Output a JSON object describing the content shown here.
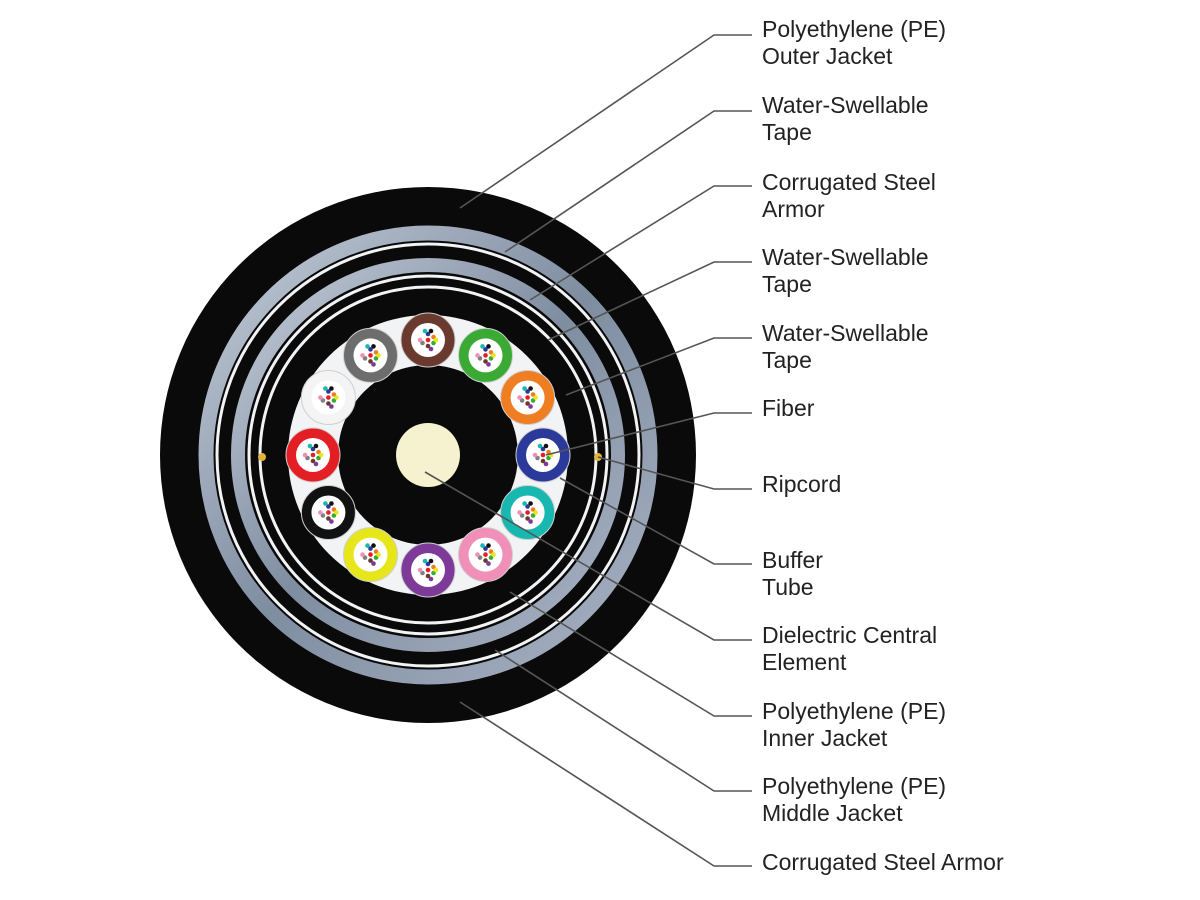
{
  "labels": [
    {
      "line1": "Polyethylene (PE)",
      "line2": "Outer Jacket"
    },
    {
      "line1": "Water-Swellable",
      "line2": "Tape"
    },
    {
      "line1": "Corrugated Steel",
      "line2": "Armor"
    },
    {
      "line1": "Water-Swellable",
      "line2": "Tape"
    },
    {
      "line1": "Water-Swellable",
      "line2": "Tape"
    },
    {
      "line1": "Fiber",
      "line2": ""
    },
    {
      "line1": "Ripcord",
      "line2": ""
    },
    {
      "line1": "Buffer",
      "line2": "Tube"
    },
    {
      "line1": "Dielectric Central",
      "line2": "Element"
    },
    {
      "line1": "Polyethylene (PE)",
      "line2": "Inner Jacket"
    },
    {
      "line1": "Polyethylene (PE)",
      "line2": "Middle Jacket"
    },
    {
      "line1": "Corrugated Steel Armor",
      "line2": ""
    }
  ],
  "colors": {
    "jacket": "#0a0a0a",
    "armor_band": "#8a97aa",
    "tape": "#f2f3f5",
    "central_element": "#f6f2cf",
    "leader_line": "#555555",
    "ripcord": "#e3b53b"
  },
  "buffer_tubes": [
    {
      "color": "#6b3a2e"
    },
    {
      "color": "#3aaa35"
    },
    {
      "color": "#ef7d22"
    },
    {
      "color": "#2b3a9a"
    },
    {
      "color": "#18b7b0"
    },
    {
      "color": "#f08fb8"
    },
    {
      "color": "#7d3a98"
    },
    {
      "color": "#e6e61a"
    },
    {
      "color": "#111111"
    },
    {
      "color": "#e31e24"
    },
    {
      "color": "#f4f4f4"
    },
    {
      "color": "#6d6d6d"
    }
  ],
  "fiber_colors": [
    "#2b3a9a",
    "#ef7d22",
    "#3aaa35",
    "#6b3a2e",
    "#808080",
    "#ffffff",
    "#e31e24",
    "#111111",
    "#e6e61a",
    "#7d3a98",
    "#f08fb8",
    "#18b7b0"
  ]
}
